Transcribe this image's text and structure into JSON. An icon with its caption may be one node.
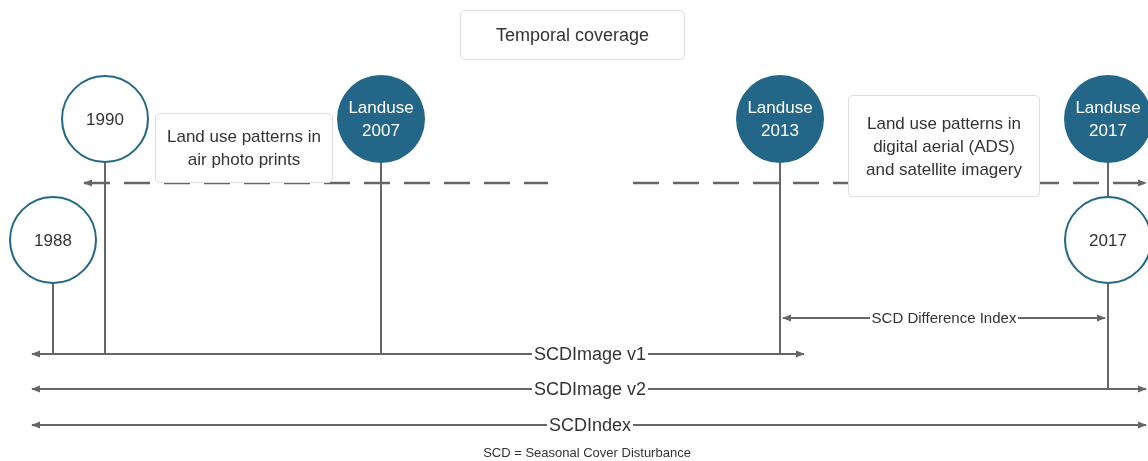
{
  "diagram": {
    "title": "Temporal coverage",
    "caption": "SCD = Seasonal Cover Disturbance",
    "nodes": [
      {
        "text": [
          "1990"
        ]
      },
      {
        "text": [
          "Land use patterns in air photo prints"
        ]
      },
      {
        "text": [
          "Landuse 2007"
        ]
      },
      {
        "text": [
          "Landuse 2013"
        ]
      },
      {
        "text": [
          "Land use patterns in digital aerial (ADS) and satellite imagery"
        ]
      },
      {
        "text": [
          "Landuse 2017"
        ]
      },
      {
        "text": [
          "1988"
        ]
      },
      {
        "text": [
          "2017"
        ]
      },
      {
        "text": [
          "SCD Difference Index"
        ]
      },
      {
        "text": [
          "SCDImage v1"
        ]
      },
      {
        "text": [
          "SCDImage v2"
        ]
      },
      {
        "text": [
          "SCDIndex"
        ]
      }
    ],
    "edges": [
      {
        "from": 5,
        "to": 7,
        "arrow": "none"
      },
      {
        "from": 0,
        "to": 9,
        "arrow": "none"
      },
      {
        "from": 6,
        "to": 9,
        "arrow": "none"
      },
      {
        "from": 2,
        "to": 9,
        "arrow": "none"
      },
      {
        "from": 3,
        "to": 9,
        "arrow": "none"
      },
      {
        "from": 7,
        "to": 10,
        "arrow": "none"
      }
    ]
  }
}
